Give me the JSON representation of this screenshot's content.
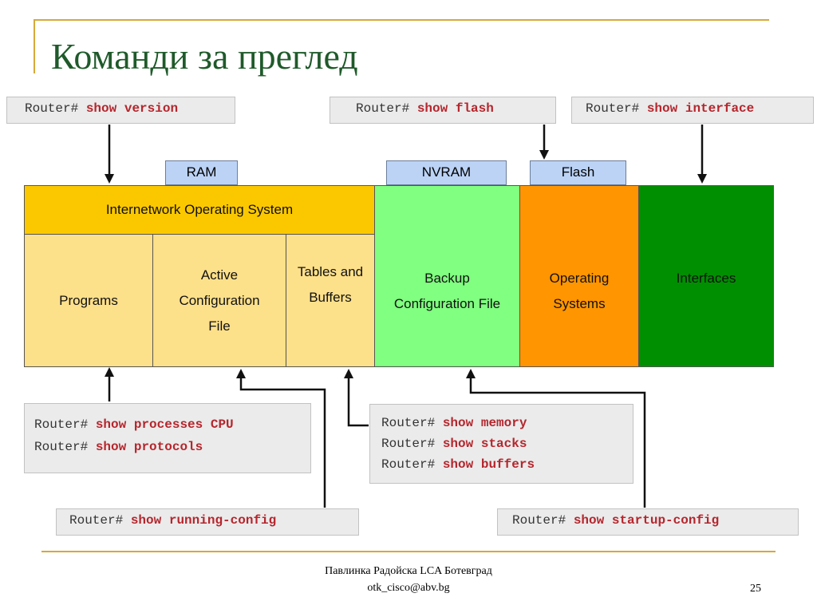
{
  "slide": {
    "title": "Команди за преглед",
    "footer_line1": "Павлинка Радойска LCA Ботевград",
    "footer_line2": "otk_cisco@abv.bg",
    "page_number": "25"
  },
  "colors": {
    "ios": "#fbc800",
    "ram_cells": "#fde08a",
    "nvram": "#80ff80",
    "flash": "#ff9500",
    "interfaces": "#008f00",
    "accent_line": "#d6a93a",
    "title": "#1f5a2a",
    "command_keyword": "#b5262d"
  },
  "memory_labels": {
    "ram": "RAM",
    "nvram": "NVRAM",
    "flash": "Flash"
  },
  "cells": {
    "ios": "Internetwork Operating System",
    "programs": "Programs",
    "active_config": [
      "Active",
      "Configuration",
      "File"
    ],
    "tables_buffers": [
      "Tables and",
      "Buffers"
    ],
    "backup_config": [
      "Backup",
      "Configuration File"
    ],
    "operating_systems": [
      "Operating",
      "Systems"
    ],
    "interfaces": "Interfaces"
  },
  "commands": {
    "prompt": "Router#",
    "show_version": "show version",
    "show_flash": "show flash",
    "show_interface": "show interface",
    "show_processes_cpu": "show processes CPU",
    "show_protocols": "show protocols",
    "show_memory": "show memory",
    "show_stacks": "show stacks",
    "show_buffers": "show buffers",
    "show_running_config": "show running-config",
    "show_startup_config": "show startup-config"
  }
}
